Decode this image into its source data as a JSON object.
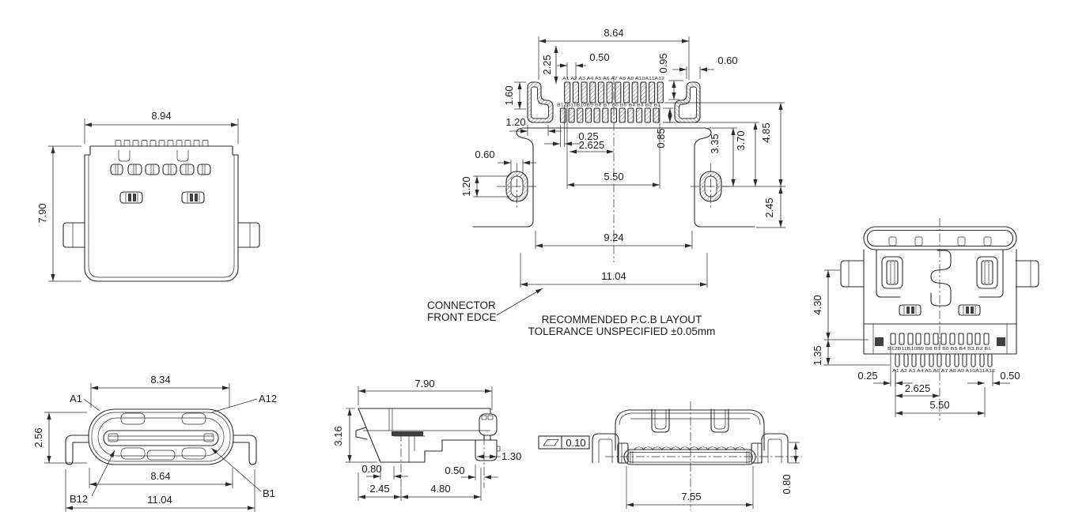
{
  "drawing": {
    "line_color": "#2b2b2b",
    "views": {
      "rear": {
        "width": "8.94",
        "height": "7.90"
      },
      "pcb": {
        "overall_pads_width": "8.64",
        "pad_a_length": "2.25",
        "pad_pitch": "0.50",
        "slot_step": "0.95",
        "slot_width": "0.60",
        "slot_height": "1.60",
        "slot_foot": "1.20",
        "row_offset": "0.25",
        "center_to_a1": "2.625",
        "pad_b_length": "0.85",
        "oval_width": "0.60",
        "oval_height": "1.20",
        "lead_span": "5.50",
        "edge_to_oval": "3.35",
        "edge_to_b": "3.70",
        "edge_to_a": "4.85",
        "oval_to_rear": "2.45",
        "oval_span": "9.24",
        "overall_width": "11.04",
        "pins_a": "A1 A2 A3 A4 A5 A6 A7 A8 A9 A10A11A12",
        "pins_b": "B12B11B10B9 B8 B7 B6 B5 B4 B3 B2 B1",
        "callout_line1": "CONNECTOR",
        "callout_line2": "FRONT EDCE",
        "note_line1": "RECOMMENDED P.C.B LAYOUT",
        "note_line2": "TOLERANCE UNSPECIFIED ±0.05mm"
      },
      "bottom": {
        "body_height": "4.30",
        "contact_zone": "1.35",
        "row_offset": "0.25",
        "center_to_a1": "2.625",
        "lead_span": "5.50",
        "end_offset": "0.50",
        "pins_b": "B12B11B10B9 B8 B7 B6 B5 B4 B3 B2 B1",
        "pins_a": "A1 A2 A3 A4 A5 A6 A7 A8 A9 A10A11A12"
      },
      "front": {
        "shell_width": "8.34",
        "shell_height": "2.56",
        "inner_width": "8.64",
        "overall_width": "11.04",
        "pin_a1": "A1",
        "pin_a12": "A12",
        "pin_b12": "B12",
        "pin_b1": "B1"
      },
      "side": {
        "depth": "7.90",
        "height": "3.16",
        "lead_width": "1.30",
        "offset_a": "0.80",
        "offset_b": "0.50",
        "seg_front": "2.45",
        "seg_rear": "4.80"
      },
      "rear_elev": {
        "flatness": "0.10",
        "shield_width": "7.55",
        "lead_height": "0.80"
      }
    }
  }
}
